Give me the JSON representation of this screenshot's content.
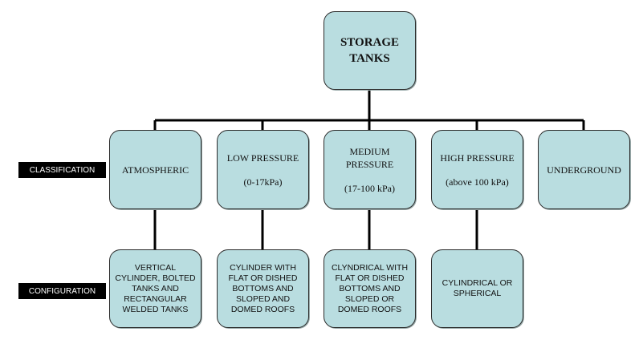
{
  "root": {
    "line1": "STORAGE",
    "line2": "TANKS"
  },
  "labels": {
    "classification": "CLASSIFICATION",
    "configuration": "CONFIGURATION"
  },
  "classification": [
    {
      "lines": [
        "ATMOSPHERIC"
      ]
    },
    {
      "lines": [
        "LOW PRESSURE"
      ],
      "sub": "(0-17kPa)"
    },
    {
      "lines": [
        "MEDIUM",
        "PRESSURE"
      ],
      "sub": "(17-100 kPa)"
    },
    {
      "lines": [
        "HIGH PRESSURE"
      ],
      "sub": "(above 100 kPa)"
    },
    {
      "lines": [
        "UNDERGROUND"
      ]
    }
  ],
  "configuration": [
    {
      "lines": [
        "VERTICAL",
        "CYLINDER, BOLTED",
        "TANKS AND",
        "RECTANGULAR",
        "WELDED TANKS"
      ]
    },
    {
      "lines": [
        "CYLINDER WITH",
        "FLAT OR DISHED",
        "BOTTOMS AND",
        "SLOPED AND",
        "DOMED ROOFS"
      ]
    },
    {
      "lines": [
        "CLYNDRICAL WITH",
        "FLAT OR DISHED",
        "BOTTOMS AND",
        "SLOPED OR",
        "DOMED ROOFS"
      ]
    },
    {
      "lines": [
        "CYLINDRICAL OR",
        "SPHERICAL"
      ]
    }
  ]
}
